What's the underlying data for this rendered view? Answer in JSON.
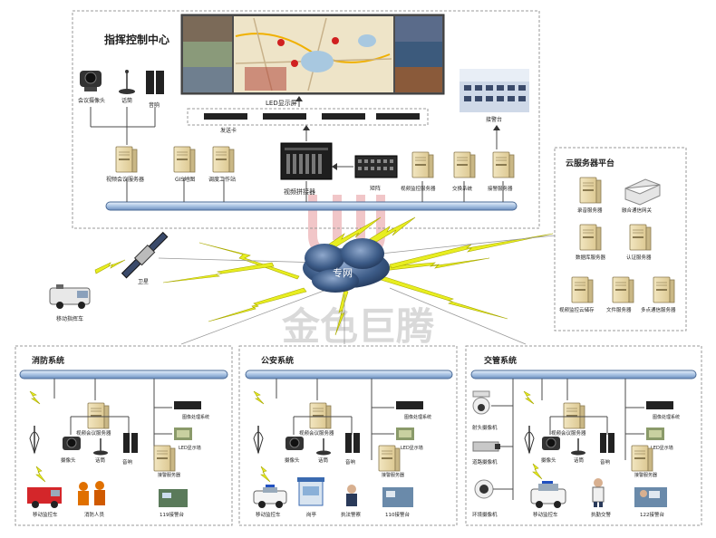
{
  "command_center": {
    "title": "指挥控制中心",
    "led_screen": "LED显示屏",
    "sender_card": "发送卡",
    "camera": "会议摄像头",
    "mic": "话筒",
    "speaker": "音响",
    "video_conf_server": "视频会议服务器",
    "gis_map": "GIS地图",
    "dispatch_ws": "调度工作站",
    "video_splicer": "视频拼接器",
    "matrix": "矩阵",
    "video_monitor_server": "视频监控服务器",
    "exchange_system": "交换系统",
    "alarm_server": "接警服务器",
    "alarm_desk": "接警台"
  },
  "cloud": {
    "title": "云服务器平台",
    "recording_server": "录音服务器",
    "fusion_gateway": "融合通信网关",
    "database_server": "数据库服务器",
    "auth_server": "认证服务器",
    "video_storage": "视频监控云储存",
    "file_server": "文件服务器",
    "multi_point_server": "多点通信服务器"
  },
  "network": {
    "private_net": "专网",
    "satellite": "卫星",
    "mobile_command_vehicle": "移动指挥车",
    "watermark": "金色巨腾"
  },
  "fire": {
    "title": "消防系统",
    "video_conf_server": "视频会议服务器",
    "camera": "摄像头",
    "mic": "话筒",
    "speaker": "音响",
    "image_system": "图像处理系统",
    "led_wall": "LED显示墙",
    "alarm_server": "接警服务器",
    "mobile_monitor_vehicle": "移动监控车",
    "firefighters": "消防人员",
    "alarm_desk": "119接警台"
  },
  "police": {
    "title": "公安系统",
    "video_conf_server": "视频会议服务器",
    "camera": "摄像头",
    "mic": "话筒",
    "speaker": "音响",
    "image_system": "图像处理系统",
    "led_wall": "LED显示墙",
    "alarm_server": "接警服务器",
    "mobile_monitor_vehicle": "移动监控车",
    "kiosk": "岗亭",
    "law_recorder": "执法警察",
    "alarm_desk": "110接警台"
  },
  "traffic": {
    "title": "交管系统",
    "dome_camera": "射头摄像机",
    "road_camera": "道路摄像机",
    "ring_camera": "环境摄像机",
    "video_conf_server": "视频会议服务器",
    "camera": "摄像头",
    "mic": "话筒",
    "speaker": "音响",
    "image_system": "图像处理系统",
    "led_wall": "LED显示墙",
    "alarm_server": "接警服务器",
    "mobile_monitor_vehicle": "移动监控车",
    "traffic_police": "执勤交警",
    "alarm_desk": "122接警台"
  }
}
